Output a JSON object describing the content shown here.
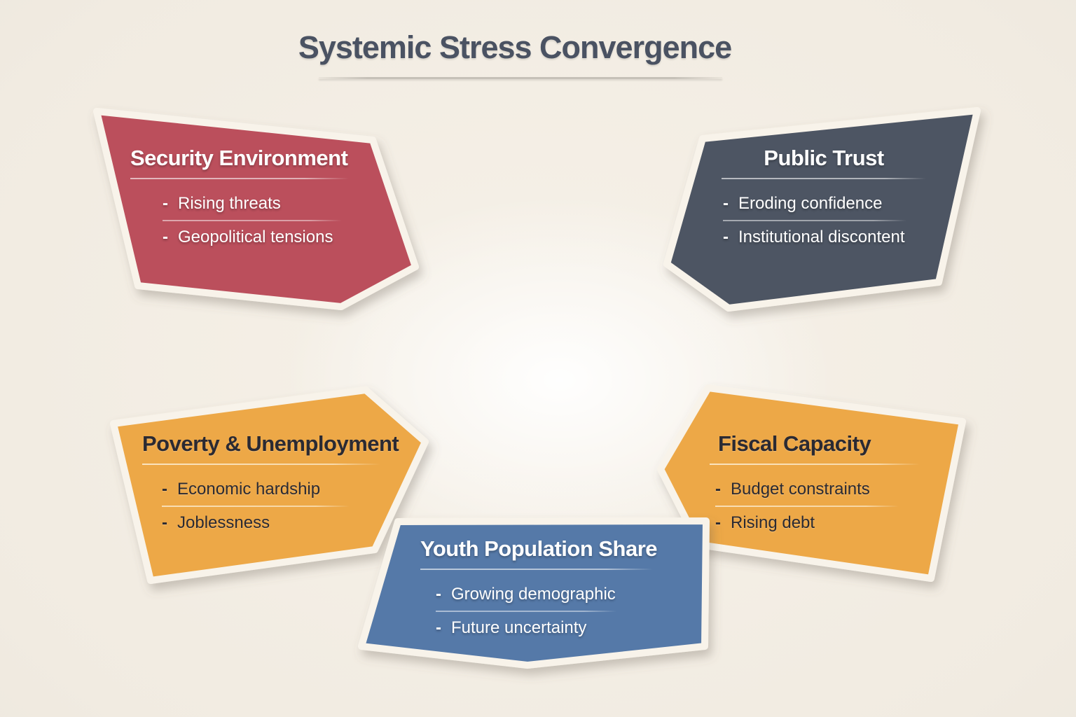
{
  "title": "Systemic Stress Convergence",
  "marker": "-",
  "panels": [
    {
      "id": "security-environment",
      "title": "Security Environment",
      "bullets": [
        "Rising threats",
        "Geopolitical tensions"
      ],
      "fill": "#bb4f5c",
      "text_color": "#ffffff"
    },
    {
      "id": "public-trust",
      "title": "Public Trust",
      "bullets": [
        "Eroding confidence",
        "Institutional discontent"
      ],
      "fill": "#4d5563",
      "text_color": "#ffffff"
    },
    {
      "id": "poverty-unemployment",
      "title": "Poverty & Unemployment",
      "bullets": [
        "Economic hardship",
        "Joblessness"
      ],
      "fill": "#eda847",
      "text_color": "#2b2a32"
    },
    {
      "id": "fiscal-capacity",
      "title": "Fiscal Capacity",
      "bullets": [
        "Budget constraints",
        "Rising debt"
      ],
      "fill": "#eda847",
      "text_color": "#2b2a32"
    },
    {
      "id": "youth-population-share",
      "title": "Youth Population Share",
      "bullets": [
        "Growing demographic",
        "Future uncertainty"
      ],
      "fill": "#5579a8",
      "text_color": "#ffffff"
    }
  ],
  "background": {
    "base": "#f2ece2",
    "center_glow": "#fdfcfa",
    "sticker_border": "#f8f3ea",
    "title_color": "#4a5262",
    "title_rule_color": "#c6c1b8"
  }
}
